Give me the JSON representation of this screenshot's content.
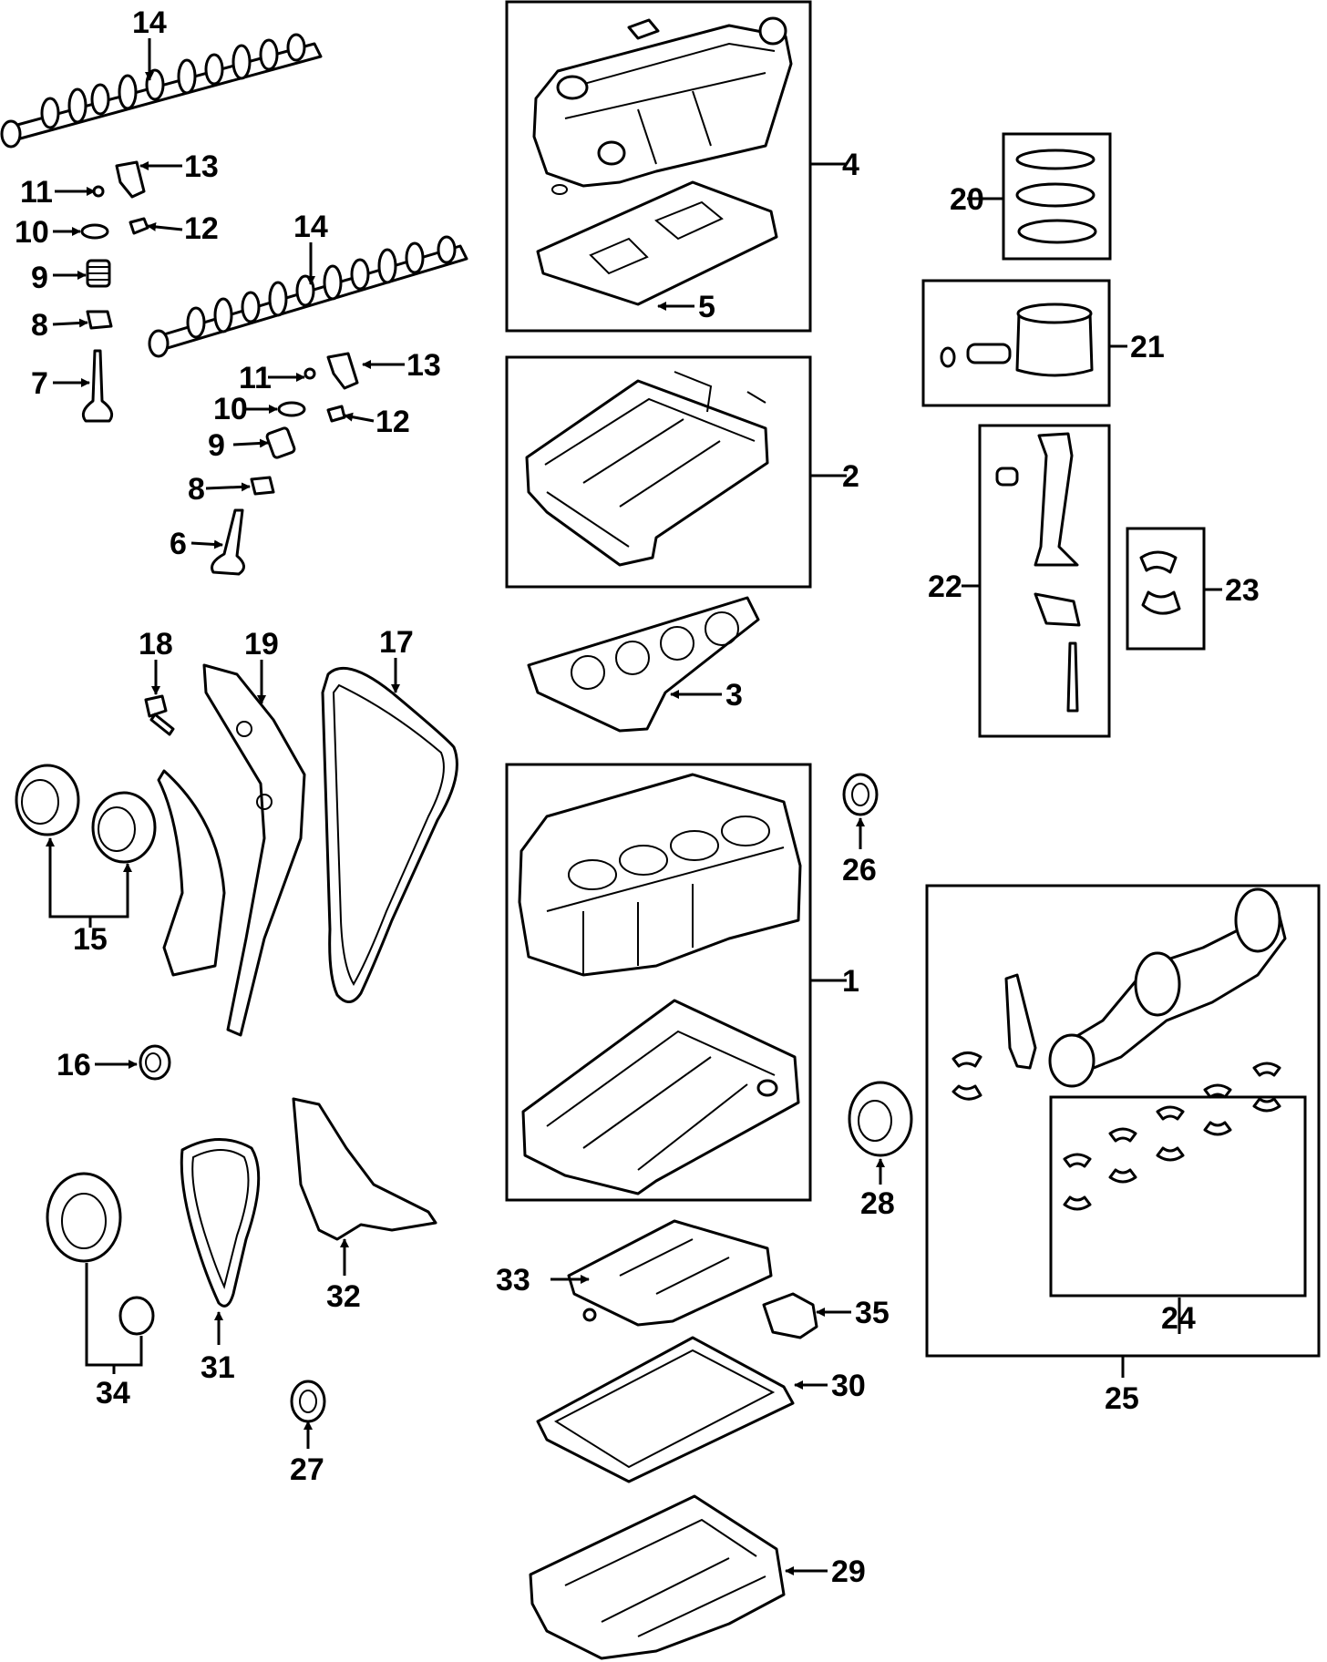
{
  "labels": {
    "l1": "1",
    "l2": "2",
    "l3": "3",
    "l4": "4",
    "l5": "5",
    "l6": "6",
    "l7": "7",
    "l8a": "8",
    "l8b": "8",
    "l9a": "9",
    "l9b": "9",
    "l10a": "10",
    "l10b": "10",
    "l11a": "11",
    "l11b": "11",
    "l12a": "12",
    "l12b": "12",
    "l13a": "13",
    "l13b": "13",
    "l14a": "14",
    "l14b": "14",
    "l15": "15",
    "l16": "16",
    "l17": "17",
    "l18": "18",
    "l19": "19",
    "l20": "20",
    "l21": "21",
    "l22": "22",
    "l23": "23",
    "l24": "24",
    "l25": "25",
    "l26": "26",
    "l27": "27",
    "l28": "28",
    "l29": "29",
    "l30": "30",
    "l31": "31",
    "l32": "32",
    "l33": "33",
    "l34": "34",
    "l35": "35"
  }
}
